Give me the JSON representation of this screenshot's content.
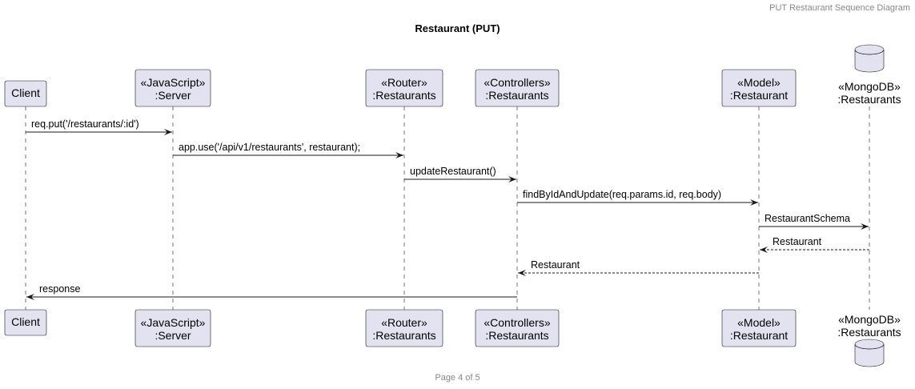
{
  "header": {
    "text": "PUT Restaurant Sequence Diagram"
  },
  "title": "Restaurant (PUT)",
  "footer": {
    "text": "Page 4 of 5"
  },
  "participants": [
    {
      "id": "client",
      "kind": "box",
      "lines": [
        "Client"
      ]
    },
    {
      "id": "server",
      "kind": "box",
      "lines": [
        "«JavaScript»",
        ":Server"
      ]
    },
    {
      "id": "router",
      "kind": "box",
      "lines": [
        "«Router»",
        ":Restaurants"
      ]
    },
    {
      "id": "controllers",
      "kind": "box",
      "lines": [
        "«Controllers»",
        ":Restaurants"
      ]
    },
    {
      "id": "model",
      "kind": "box",
      "lines": [
        "«Model»",
        ":Restaurant"
      ]
    },
    {
      "id": "mongodb",
      "kind": "database",
      "lines": [
        "«MongoDB»",
        ":Restaurants"
      ]
    }
  ],
  "messages": [
    {
      "from": "client",
      "to": "server",
      "label": "req.put('/restaurants/:id')",
      "style": "solid"
    },
    {
      "from": "server",
      "to": "router",
      "label": "app.use('/api/v1/restaurants', restaurant);",
      "style": "solid"
    },
    {
      "from": "router",
      "to": "controllers",
      "label": "updateRestaurant()",
      "style": "solid"
    },
    {
      "from": "controllers",
      "to": "model",
      "label": "findByIdAndUpdate(req.params.id, req.body)",
      "style": "solid"
    },
    {
      "from": "model",
      "to": "mongodb",
      "label": "RestaurantSchema",
      "style": "solid"
    },
    {
      "from": "mongodb",
      "to": "model",
      "label": "Restaurant",
      "style": "dashed"
    },
    {
      "from": "model",
      "to": "controllers",
      "label": "Restaurant",
      "style": "dashed"
    },
    {
      "from": "controllers",
      "to": "client",
      "label": "response",
      "style": "solid"
    }
  ]
}
